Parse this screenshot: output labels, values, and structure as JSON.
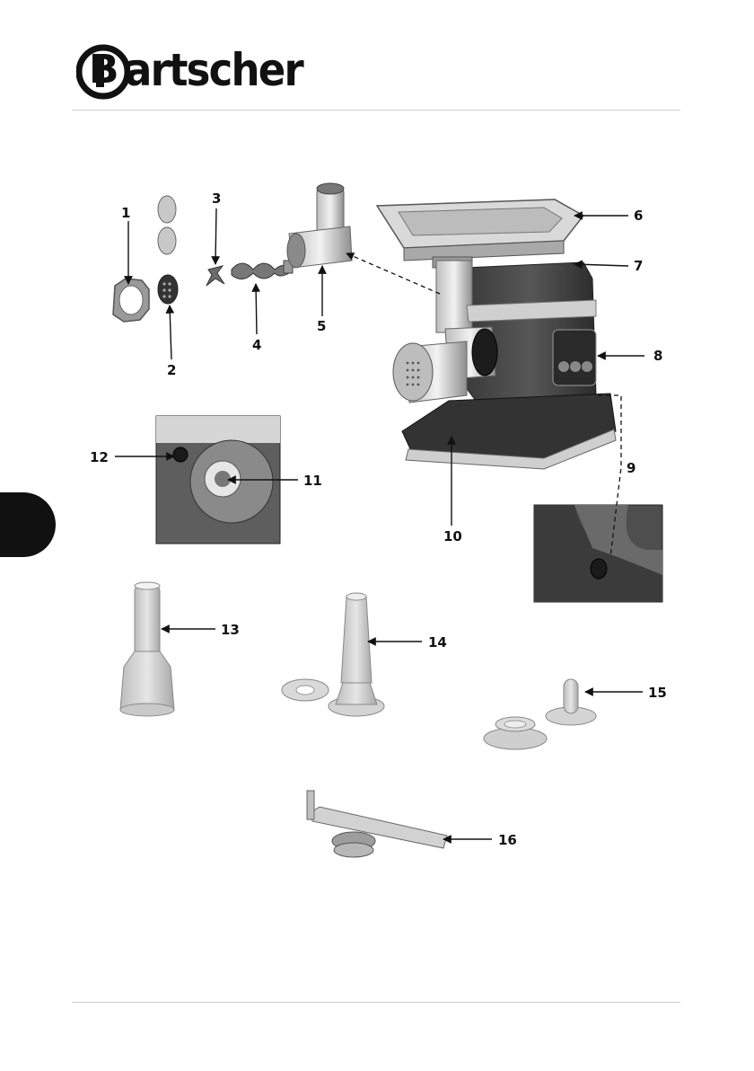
{
  "header": {
    "brand": "Bartscher",
    "brand_initial": "B",
    "brand_rest": "artscher"
  },
  "labels": {
    "n1": "1",
    "n2": "2",
    "n3": "3",
    "n4": "4",
    "n5": "5",
    "n6": "6",
    "n7": "7",
    "n8": "8",
    "n9": "9",
    "n10": "10",
    "n11": "11",
    "n12": "12",
    "n13": "13",
    "n14": "14",
    "n15": "15",
    "n16": "16"
  }
}
